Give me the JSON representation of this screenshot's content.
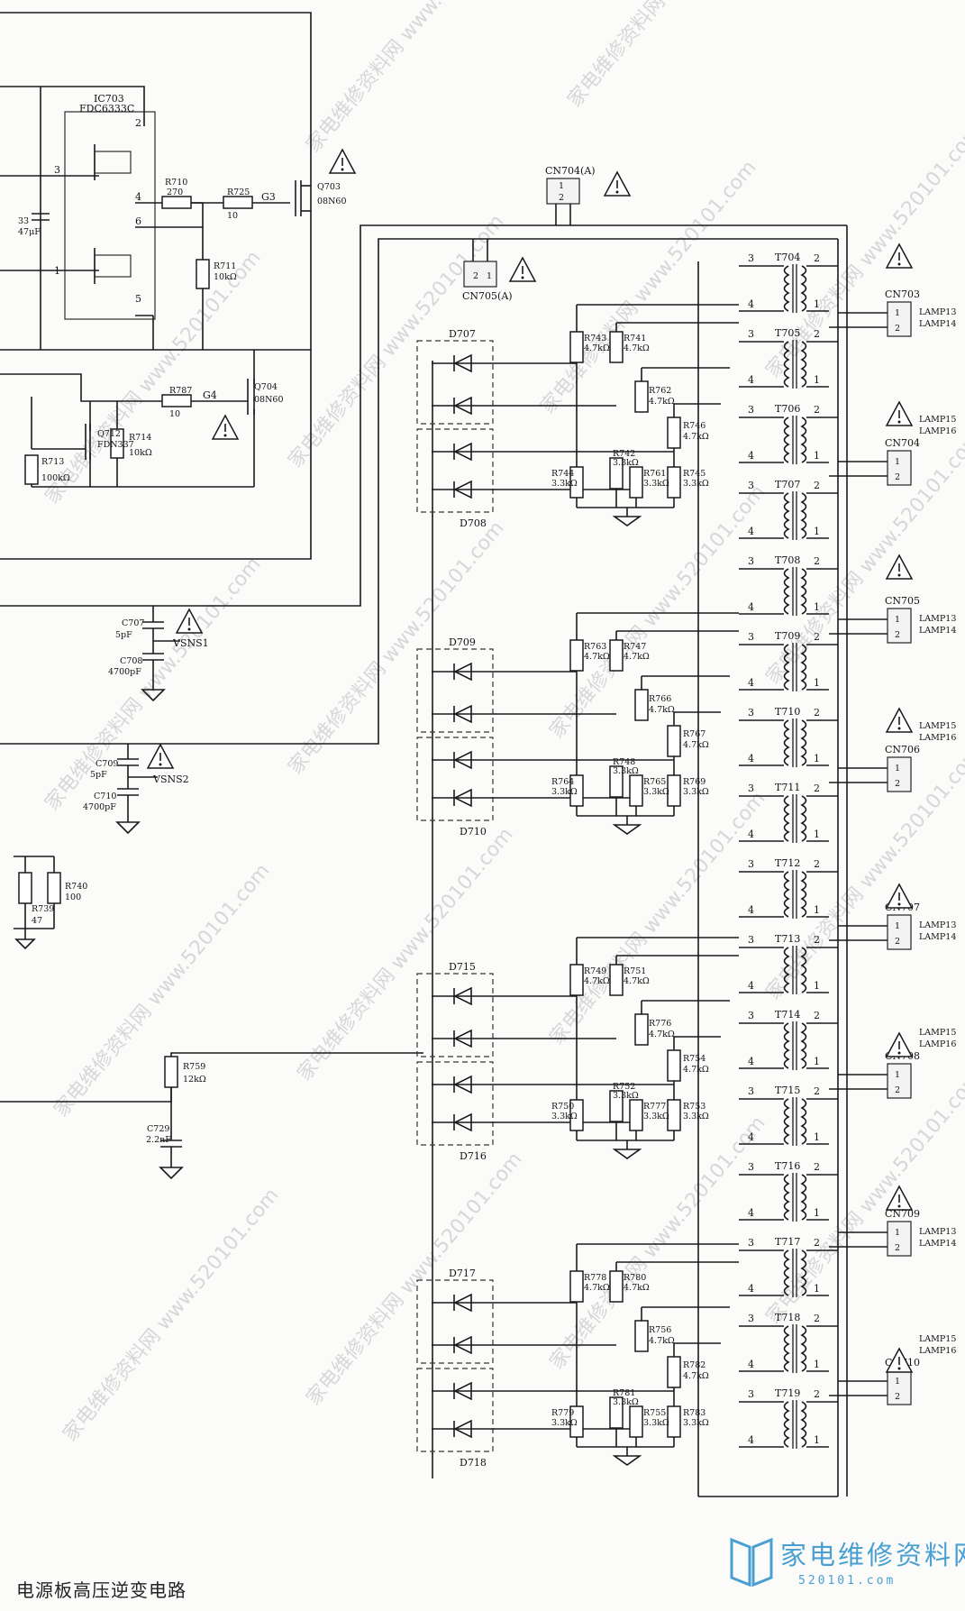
{
  "caption": "电源板高压逆变电路",
  "logo": {
    "text": "家电维修资料网",
    "sub": "520101.com"
  },
  "watermark": "家电维修资料网 www.520101.com",
  "colors": {
    "ink": "#1a1a1a",
    "logo": "#4a9fd2",
    "watermark": "#d7d7d7"
  },
  "labels": {
    "ic703": "IC703",
    "ic703_part": "FDC6333C",
    "q703": "Q703",
    "q703_part": "08N60",
    "q704": "Q704",
    "q704_part": "08N60",
    "q712": "Q712",
    "q712_part": "FDN337",
    "r710": "R710",
    "r710_v": "270",
    "r725": "R725",
    "r725_v": "10",
    "r711": "R711",
    "r711_v": "10kΩ",
    "r787": "R787",
    "r787_v": "10",
    "r714": "R714",
    "r714_v": "10kΩ",
    "r713": "R713",
    "r713_v": "100kΩ",
    "g3": "G3",
    "g4": "G4",
    "c33": "33",
    "c33_v": "47μF",
    "c707": "C707",
    "c707_v": "5pF",
    "c708": "C708",
    "c708_v": "4700pF",
    "c709": "C709",
    "c709_v": "5pF",
    "c710": "C710",
    "c710_v": "4700pF",
    "vsns1": "VSNS1",
    "vsns2": "VSNS2",
    "r739": "R739",
    "r739_v": "47",
    "r740": "R740",
    "r740_v": "100",
    "r759": "R759",
    "r759_v": "12kΩ",
    "c729": "C729",
    "c729_v": "2.2nF",
    "cn704a": "CN704(A)",
    "cn705a": "CN705(A)",
    "p1": "1",
    "p2": "2",
    "p3": "3",
    "p4": "4",
    "p5": "5",
    "p6": "6"
  },
  "diode_pairs": [
    {
      "top": "D707",
      "bottom": "D708"
    },
    {
      "top": "D709",
      "bottom": "D710"
    },
    {
      "top": "D715",
      "bottom": "D716"
    },
    {
      "top": "D717",
      "bottom": "D718"
    }
  ],
  "resistor_banks": [
    {
      "a": "R743",
      "b": "R741",
      "c": "R762",
      "d": "R746",
      "e": "R744",
      "f": "R742",
      "g": "R761",
      "h": "R745"
    },
    {
      "a": "R763",
      "b": "R747",
      "c": "R766",
      "d": "R767",
      "e": "R764",
      "f": "R748",
      "g": "R765",
      "h": "R769"
    },
    {
      "a": "R749",
      "b": "R751",
      "c": "R776",
      "d": "R754",
      "e": "R750",
      "f": "R752",
      "g": "R777",
      "h": "R753"
    },
    {
      "a": "R778",
      "b": "R780",
      "c": "R756",
      "d": "R782",
      "e": "R779",
      "f": "R781",
      "g": "R755",
      "h": "R783"
    }
  ],
  "res_values": {
    "k47": "4.7kΩ",
    "k33": "3.3kΩ"
  },
  "transformers": [
    "T704",
    "T705",
    "T706",
    "T707",
    "T708",
    "T709",
    "T710",
    "T711",
    "T712",
    "T713",
    "T714",
    "T715",
    "T716",
    "T717",
    "T718",
    "T719"
  ],
  "connectors": [
    {
      "ref": "CN703",
      "l1": "LAMP13",
      "l2": "LAMP14",
      "above": false
    },
    {
      "ref": "CN704",
      "l1": "LAMP15",
      "l2": "LAMP16",
      "above": true
    },
    {
      "ref": "CN705",
      "l1": "LAMP13",
      "l2": "LAMP14",
      "above": false
    },
    {
      "ref": "CN706",
      "l1": "LAMP15",
      "l2": "LAMP16",
      "above": true
    },
    {
      "ref": "CN707",
      "l1": "LAMP13",
      "l2": "LAMP14",
      "above": false
    },
    {
      "ref": "CN708",
      "l1": "LAMP15",
      "l2": "LAMP16",
      "above": true
    },
    {
      "ref": "CN709",
      "l1": "LAMP13",
      "l2": "LAMP14",
      "above": false
    },
    {
      "ref": "CN710",
      "l1": "LAMP15",
      "l2": "LAMP16",
      "above": true
    }
  ]
}
